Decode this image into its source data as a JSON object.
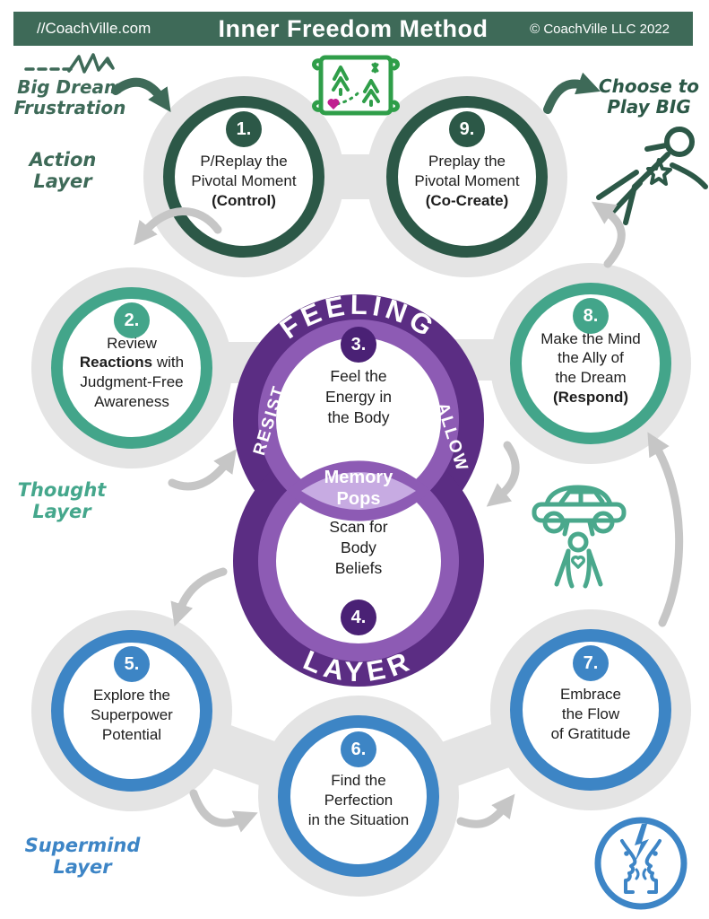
{
  "header": {
    "site": "//CoachVille.com",
    "title": "Inner Freedom Method",
    "copyright": "© CoachVille LLC 2022"
  },
  "annotations": {
    "big_dream": {
      "line1": "Big Dream",
      "line2": "Frustration"
    },
    "action_layer": {
      "line1": "Action",
      "line2": "Layer"
    },
    "thought_layer": {
      "line1": "Thought",
      "line2": "Layer"
    },
    "supermind_layer": {
      "line1": "Supermind",
      "line2": "Layer"
    },
    "choose_play": {
      "line1": "Choose to",
      "line2": "Play BIG"
    }
  },
  "steps": {
    "s1": {
      "num": "1.",
      "lines": [
        [
          {
            "t": "P/Replay the"
          }
        ],
        [
          {
            "t": "Pivotal Moment"
          }
        ],
        [
          {
            "t": "(Control)",
            "b": true
          }
        ]
      ]
    },
    "s2": {
      "num": "2.",
      "lines": [
        [
          {
            "t": "Review"
          }
        ],
        [
          {
            "t": "Reactions",
            "b": true
          },
          {
            "t": " with"
          }
        ],
        [
          {
            "t": "Judgment-Free"
          }
        ],
        [
          {
            "t": "Awareness"
          }
        ]
      ]
    },
    "s5": {
      "num": "5.",
      "lines": [
        [
          {
            "t": "Explore the"
          }
        ],
        [
          {
            "t": "Superpower"
          }
        ],
        [
          {
            "t": "Potential"
          }
        ]
      ]
    },
    "s6": {
      "num": "6.",
      "lines": [
        [
          {
            "t": "Find the"
          }
        ],
        [
          {
            "t": "Perfection"
          }
        ],
        [
          {
            "t": "in the Situation"
          }
        ]
      ]
    },
    "s7": {
      "num": "7.",
      "lines": [
        [
          {
            "t": "Embrace"
          }
        ],
        [
          {
            "t": "the Flow"
          }
        ],
        [
          {
            "t": "of Gratitude"
          }
        ]
      ]
    },
    "s8": {
      "num": "8.",
      "lines": [
        [
          {
            "t": "Make the Mind"
          }
        ],
        [
          {
            "t": "the Ally of"
          }
        ],
        [
          {
            "t": "the Dream"
          }
        ],
        [
          {
            "t": "(Respond)",
            "b": true
          }
        ]
      ]
    },
    "s9": {
      "num": "9.",
      "lines": [
        [
          {
            "t": "Preplay the"
          }
        ],
        [
          {
            "t": "Pivotal Moment"
          }
        ],
        [
          {
            "t": "(Co-Create)",
            "b": true
          }
        ]
      ]
    }
  },
  "venn": {
    "feeling": "FEELING",
    "layer": "LAYER",
    "resist": "RESIST",
    "allow": "ALLOW",
    "memory": [
      [
        {
          "t": "Memory"
        }
      ],
      [
        {
          "t": "Pops"
        }
      ]
    ],
    "s3": {
      "num": "3.",
      "lines": [
        [
          {
            "t": "Feel the"
          }
        ],
        [
          {
            "t": "Energy in"
          }
        ],
        [
          {
            "t": "the Body"
          }
        ]
      ]
    },
    "s4": {
      "num": "4.",
      "lines": [
        [
          {
            "t": "Scan for"
          }
        ],
        [
          {
            "t": "Body"
          }
        ],
        [
          {
            "t": "Beliefs"
          }
        ]
      ]
    }
  },
  "icons": {
    "zigzag": "frustration-zigzag",
    "map": "treasure-map",
    "flying_hero": "superhero-flying",
    "car_lift": "superhero-lifting-car",
    "conflict": "two-faces-conflict"
  },
  "palette": {
    "header_green": "#3e6a58",
    "forest": "#2c5847",
    "teal": "#43a58a",
    "blue": "#3d85c5",
    "purple_dark": "#5b2d83",
    "purple_badge": "#4a2175",
    "purple_mid": "#8d5bb4",
    "purple_light": "#c7abe2",
    "halo_gray": "#e4e4e4",
    "arrow_gray": "#c6c6c6",
    "map_green": "#2f9e49",
    "heart_magenta": "#c02090"
  }
}
